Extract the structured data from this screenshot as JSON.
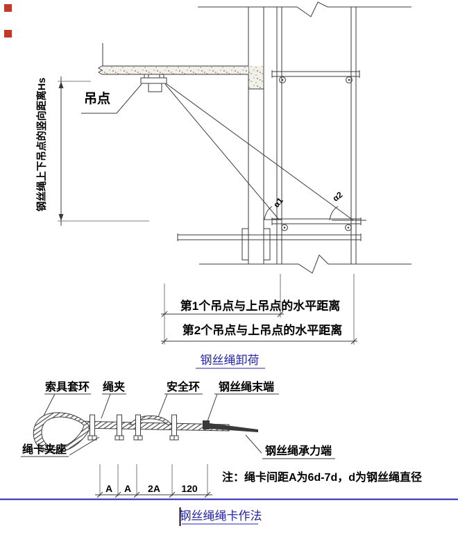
{
  "colors": {
    "link": "#2626AA",
    "separator": "#2626AA",
    "marker": "#C03A2B",
    "line": "#3a3a3a"
  },
  "fig_unload": {
    "caption": "钢丝绳卸荷",
    "vertical_dim_label": "钢丝绳上下吊点的竖向距离Hs",
    "hoist_point_label": "吊点",
    "angle1_label": "α1",
    "angle2_label": "α2",
    "dim1_label": "第1个吊点与上吊点的水平距离",
    "dim2_label": "第2个吊点与上吊点的水平距离"
  },
  "fig_clamp": {
    "caption": "钢丝绳绳卡作法",
    "thimble_label": "索具套环",
    "clamp_label": "绳夹",
    "safety_ring_label": "安全环",
    "rope_tail_label": "钢丝绳末端",
    "clamp_seat_label": "绳卡夹座",
    "load_end_label": "钢丝绳承力端",
    "note": "注：绳卡间距A为6d-7d，d为钢丝绳直径",
    "dim_labels": [
      "A",
      "A",
      "2A",
      "120"
    ]
  }
}
